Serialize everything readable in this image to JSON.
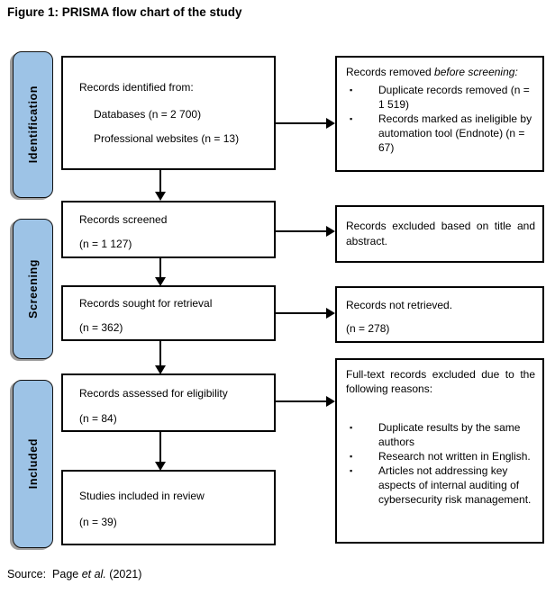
{
  "figure": {
    "title": "Figure 1: PRISMA flow chart of the study",
    "source": {
      "prefix": "Source:  Page ",
      "italic": "et al.",
      "suffix": " (2021)"
    }
  },
  "stages": {
    "identification": "Identification",
    "screening": "Screening",
    "included": "Included"
  },
  "boxes": {
    "identified": {
      "line1": "Records identified from:",
      "line2": "Databases (n = 2 700)",
      "line3": "Professional websites (n = 13)"
    },
    "screened": {
      "line1": "Records screened",
      "line2": "(n = 1 127)"
    },
    "retrieval": {
      "line1": "Records sought for retrieval",
      "line2": "(n = 362)"
    },
    "eligibility": {
      "line1": "Records assessed for eligibility",
      "line2": "(n = 84)"
    },
    "included": {
      "line1": "Studies included in review",
      "line2": "(n = 39)"
    }
  },
  "side_boxes": {
    "removed": {
      "heading_prefix": "Records removed ",
      "heading_italic": "before screening:",
      "bullet1": "Duplicate records removed (n = 1 519)",
      "bullet2": "Records marked as ineligible by automation tool (Endnote) (n = 67)"
    },
    "excluded_title": {
      "text": "Records excluded based on title and abstract."
    },
    "not_retrieved": {
      "line1": "Records not retrieved.",
      "line2": "(n = 278)"
    },
    "fulltext_excluded": {
      "heading": "Full-text records excluded due to the following reasons:",
      "bullet1": "Duplicate results by the same authors",
      "bullet2": "Research not written in English.",
      "bullet3": "Articles not addressing key aspects of internal auditing of cybersecurity risk management."
    }
  },
  "icons": {
    "bullet_glyph": "▪"
  },
  "colors": {
    "stage_fill": "#9DC3E6",
    "border": "#000000",
    "background": "#FFFFFF"
  }
}
